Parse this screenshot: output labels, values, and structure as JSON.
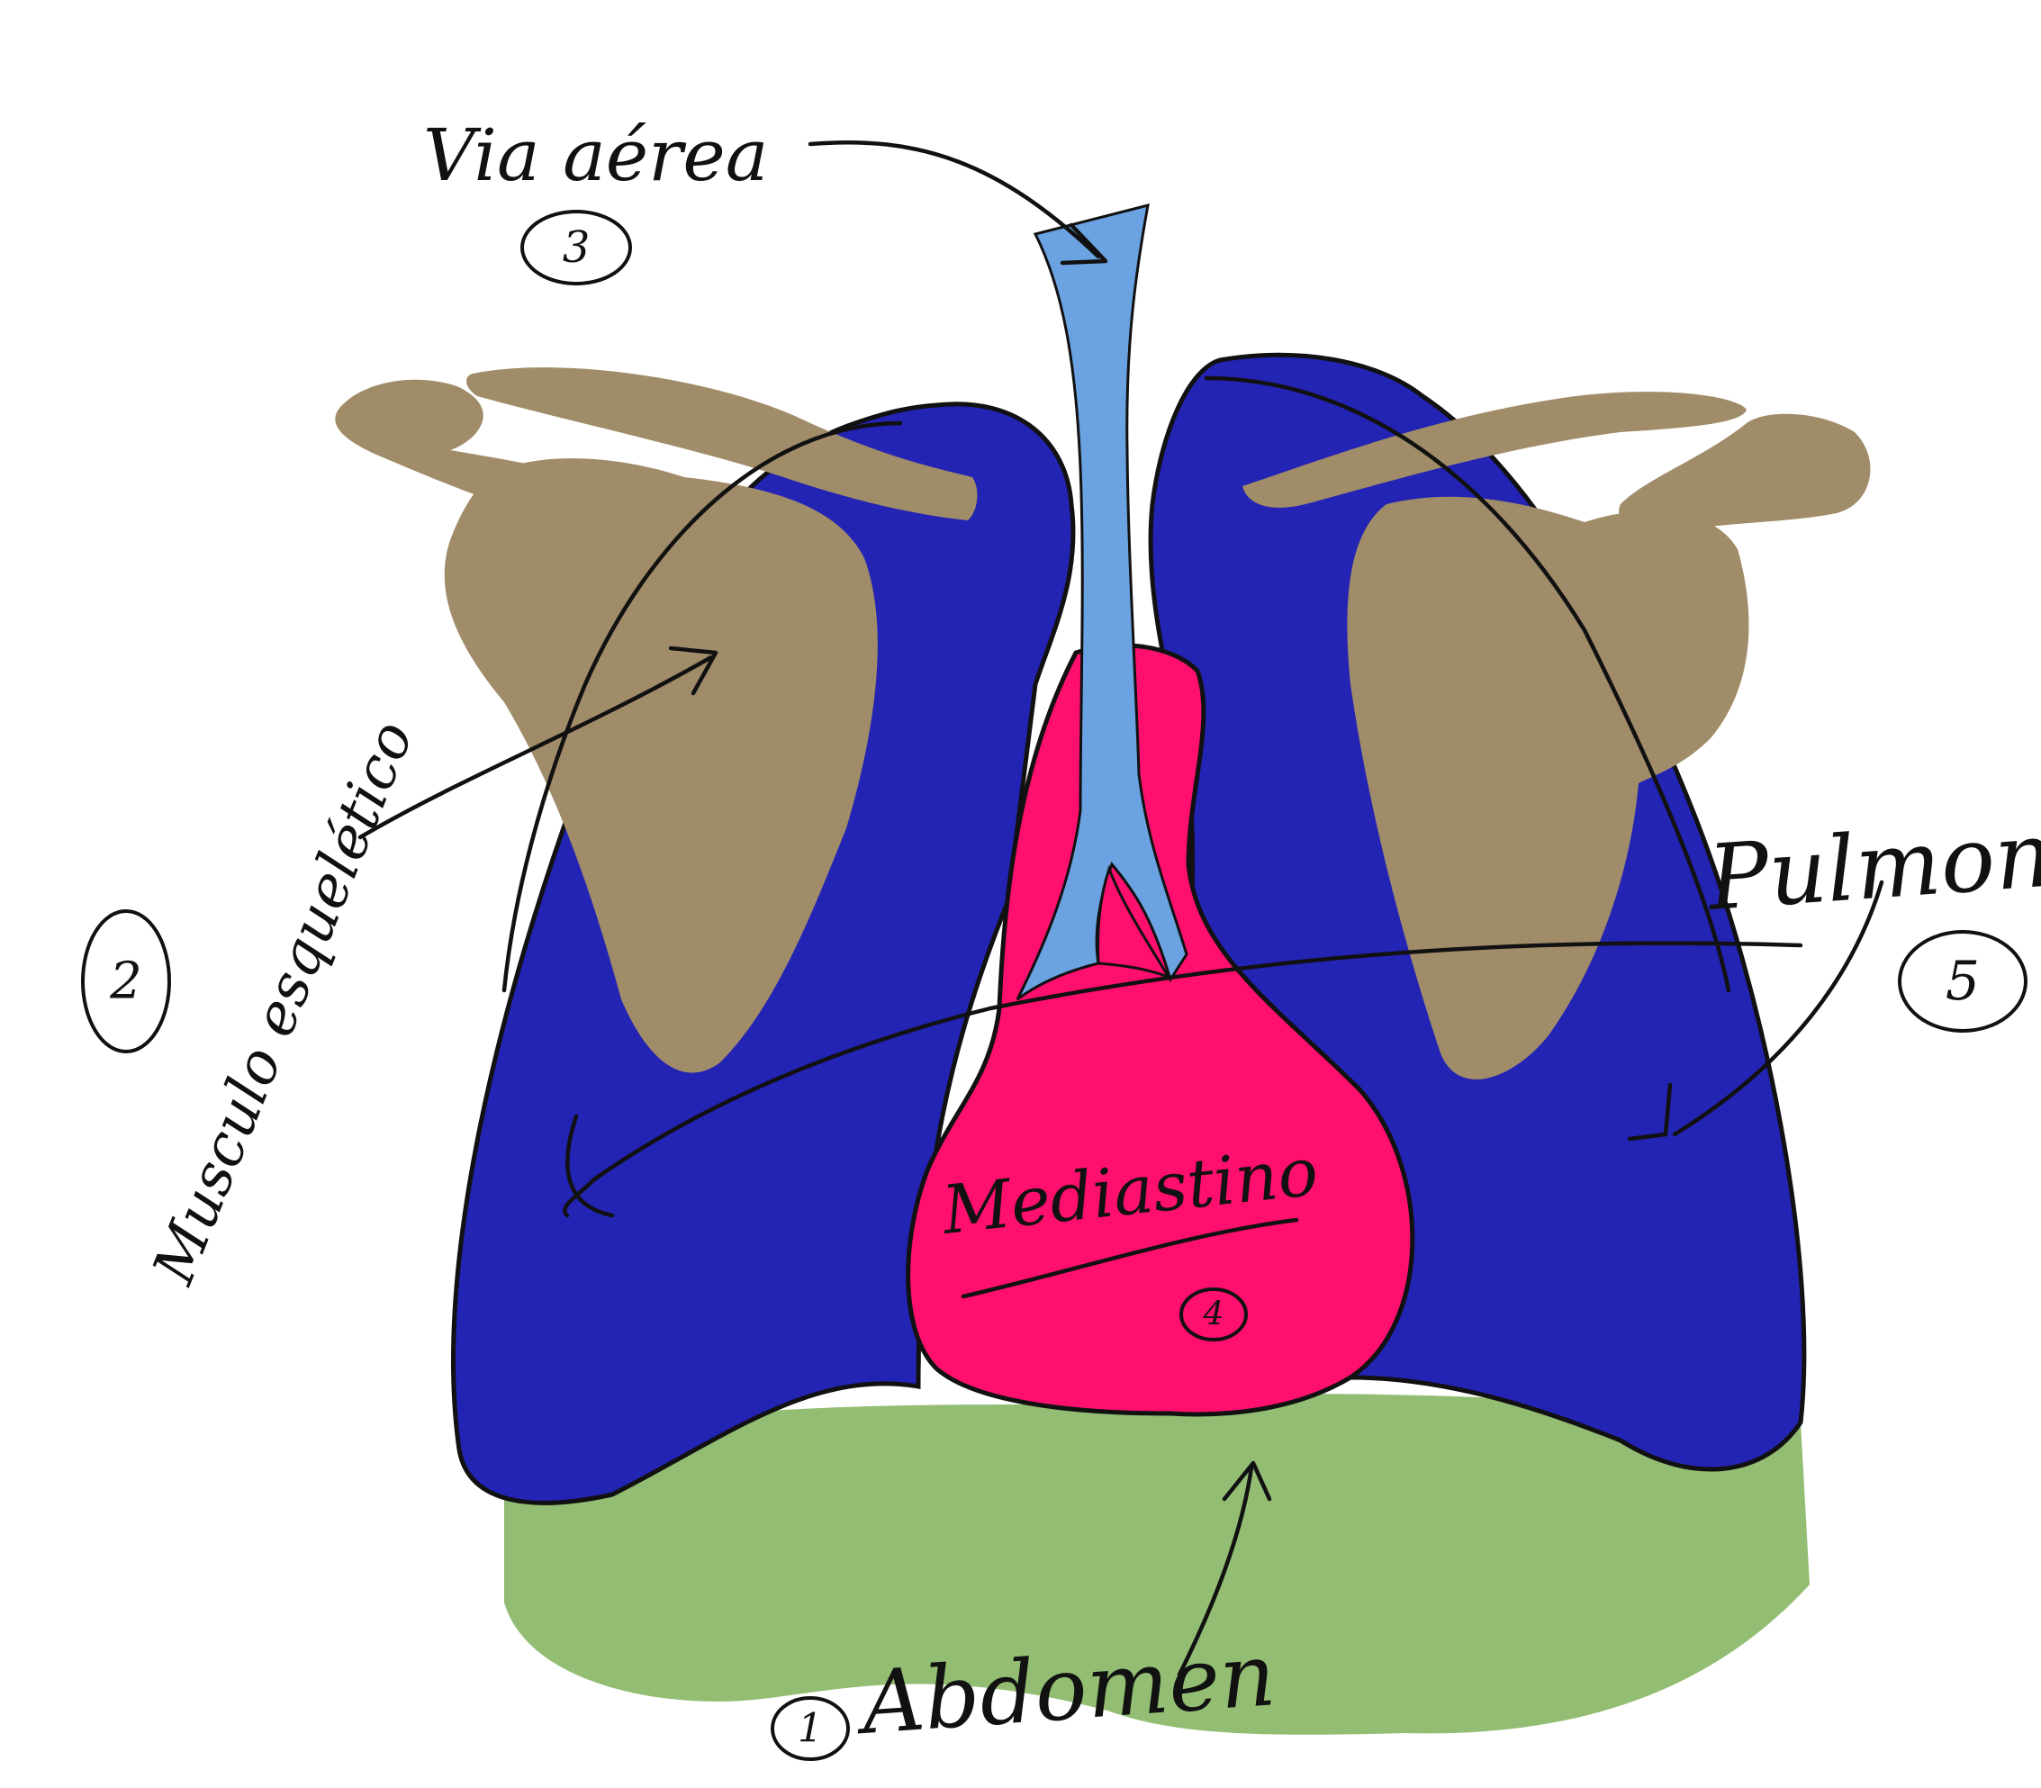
{
  "diagram": {
    "labels": {
      "via_aerea": "Via aérea",
      "musculo": "Musculo esquelético",
      "pulmones": "Pulmones",
      "mediastino": "Mediastino",
      "abdomen": "Abdomen"
    },
    "numbers": {
      "abdomen": "1",
      "musculo": "2",
      "via_aerea": "3",
      "mediastino": "4",
      "pulmones": "5"
    },
    "colors": {
      "lungs": "#2323b4",
      "mediastinum": "#ff0f6e",
      "airway": "#6aa2e2",
      "bone": "#a08c68",
      "abdomen": "#92bd72",
      "ink": "#111111",
      "background": "#ffffff"
    }
  }
}
